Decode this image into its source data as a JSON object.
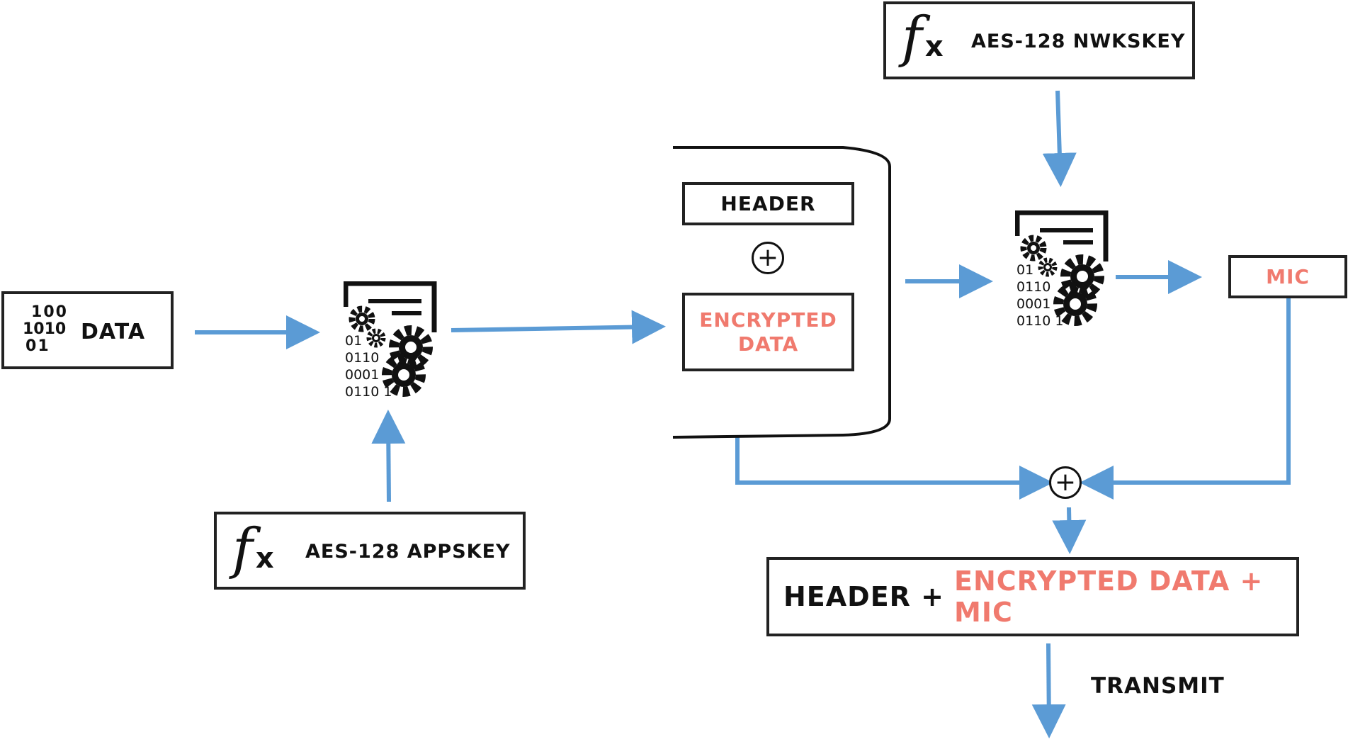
{
  "data_box": {
    "binary": [
      "1",
      "0",
      "0",
      "1010",
      "0",
      "1"
    ],
    "label": "DATA"
  },
  "appskey": {
    "fx_f": "f",
    "fx_x": "x",
    "label": "AES-128 APPSKEY"
  },
  "nwkskey": {
    "fx_f": "f",
    "fx_x": "x",
    "label": "AES-128 NWKSKEY"
  },
  "processor": {
    "binary": [
      "01",
      "0110",
      "0001",
      "0110 1"
    ]
  },
  "frame": {
    "header": "HEADER",
    "plus": "+",
    "encrypted": [
      "ENCRYPTED",
      "DATA"
    ]
  },
  "mic": "MIC",
  "combine": {
    "plus": "+"
  },
  "output": {
    "header": "HEADER +",
    "rest": "ENCRYPTED DATA + MIC"
  },
  "transmit": "TRANSMIT",
  "colors": {
    "arrow": "#5b9bd5",
    "accent": "#f07a6e",
    "ink": "#111111"
  }
}
